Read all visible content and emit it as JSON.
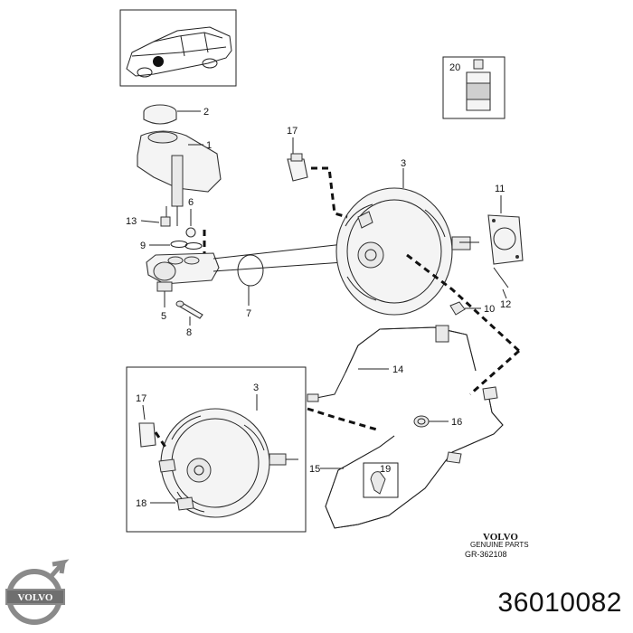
{
  "callouts": {
    "c1": "1",
    "c2": "2",
    "c3": "3",
    "c3b": "3",
    "c5": "5",
    "c6": "6",
    "c7": "7",
    "c8": "8",
    "c9": "9",
    "c10": "10",
    "c11": "11",
    "c12": "12",
    "c13": "13",
    "c14": "14",
    "c15": "15",
    "c16": "16",
    "c17": "17",
    "c17b": "17",
    "c18": "18",
    "c19": "19",
    "c20": "20"
  },
  "brand_block": {
    "brand": "VOLVO",
    "sub": "GENUINE PARTS",
    "drawing_ref": "GR-362108"
  },
  "logo": {
    "text": "VOLVO"
  },
  "part_number": "36010082"
}
